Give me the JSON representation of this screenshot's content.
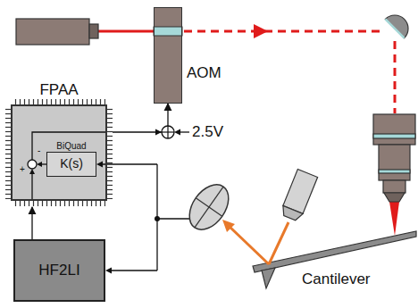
{
  "diagram": {
    "nodes": [
      {
        "text": [
          "FPAA"
        ]
      },
      {
        "text": [
          "BiQuad",
          "K(s)"
        ],
        "in": 0
      },
      {
        "text": [
          "HF2LI"
        ]
      },
      {
        "text": [
          "AOM"
        ]
      }
    ],
    "edges": [
      {
        "from": 2,
        "to": 0,
        "arrow": "to"
      },
      {
        "from": 0,
        "to": 3,
        "arrow": "to"
      }
    ],
    "labels": [
      "2.5V",
      "Cantilever",
      "-",
      "+"
    ]
  }
}
